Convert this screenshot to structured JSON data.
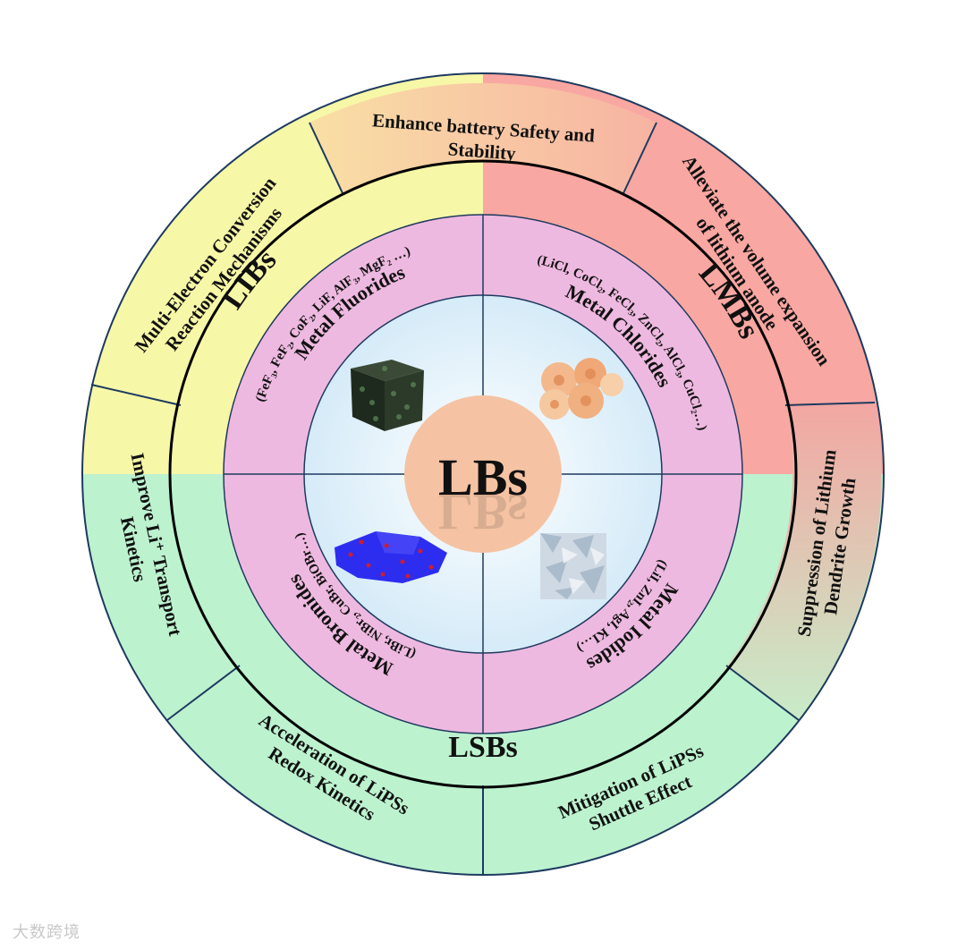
{
  "center": {
    "label": "LBs"
  },
  "colors": {
    "libs": "#f7f7a8",
    "lmbs": "#f9a7a2",
    "lsbs": "#bdf2cf",
    "middle_ring": "#eeb9e0",
    "center_disk": "#f5c3a3",
    "inner_bg": "#d5ebf8",
    "lines": "#1e3a5f"
  },
  "battery_types": {
    "libs": "LIBs",
    "lmbs": "LMBs",
    "lsbs": "LSBs"
  },
  "quadrants": {
    "fluorides": {
      "title": "Metal Fluorides",
      "formula": "(FeF₃, FeF₂, CoF₂, LiF, AlF₃, MgF₂ …)",
      "image": "porous-cube"
    },
    "chlorides": {
      "title": "Metal Chlorides",
      "formula": "(LiCl, CoCl₂, FeCl₃, ZnCl₂, AlCl₃, CuCl₂…)",
      "image": "flower-clusters"
    },
    "bromides": {
      "title": "Metal Bromides",
      "formula": "(LiBr, NiBr₂, CuBr, BiOBr…)",
      "image": "nanosheet"
    },
    "iodides": {
      "title": "Metal Iodides",
      "formula": "(LiI, ZnI₂, AgI, KI…)",
      "image": "crystal-tile"
    }
  },
  "outer_segments": {
    "multi_electron": [
      "Multi-Electron Conversion",
      "Reaction Mechanisms"
    ],
    "safety": [
      "Enhance battery Safety and",
      "Stability"
    ],
    "volume": [
      "Alleviate the volume expansion",
      "of lithium anode"
    ],
    "dendrite": [
      "Suppression of Lithium",
      "Dendrite Growth"
    ],
    "shuttle": [
      "Mitigation of LiPSs",
      "Shuttle Effect"
    ],
    "redox": [
      "Acceleration of LiPSs",
      "Redox Kinetics"
    ],
    "transport": [
      "Improve Li⁺ Transport",
      "Kinetics"
    ]
  },
  "watermark": "大数跨境"
}
